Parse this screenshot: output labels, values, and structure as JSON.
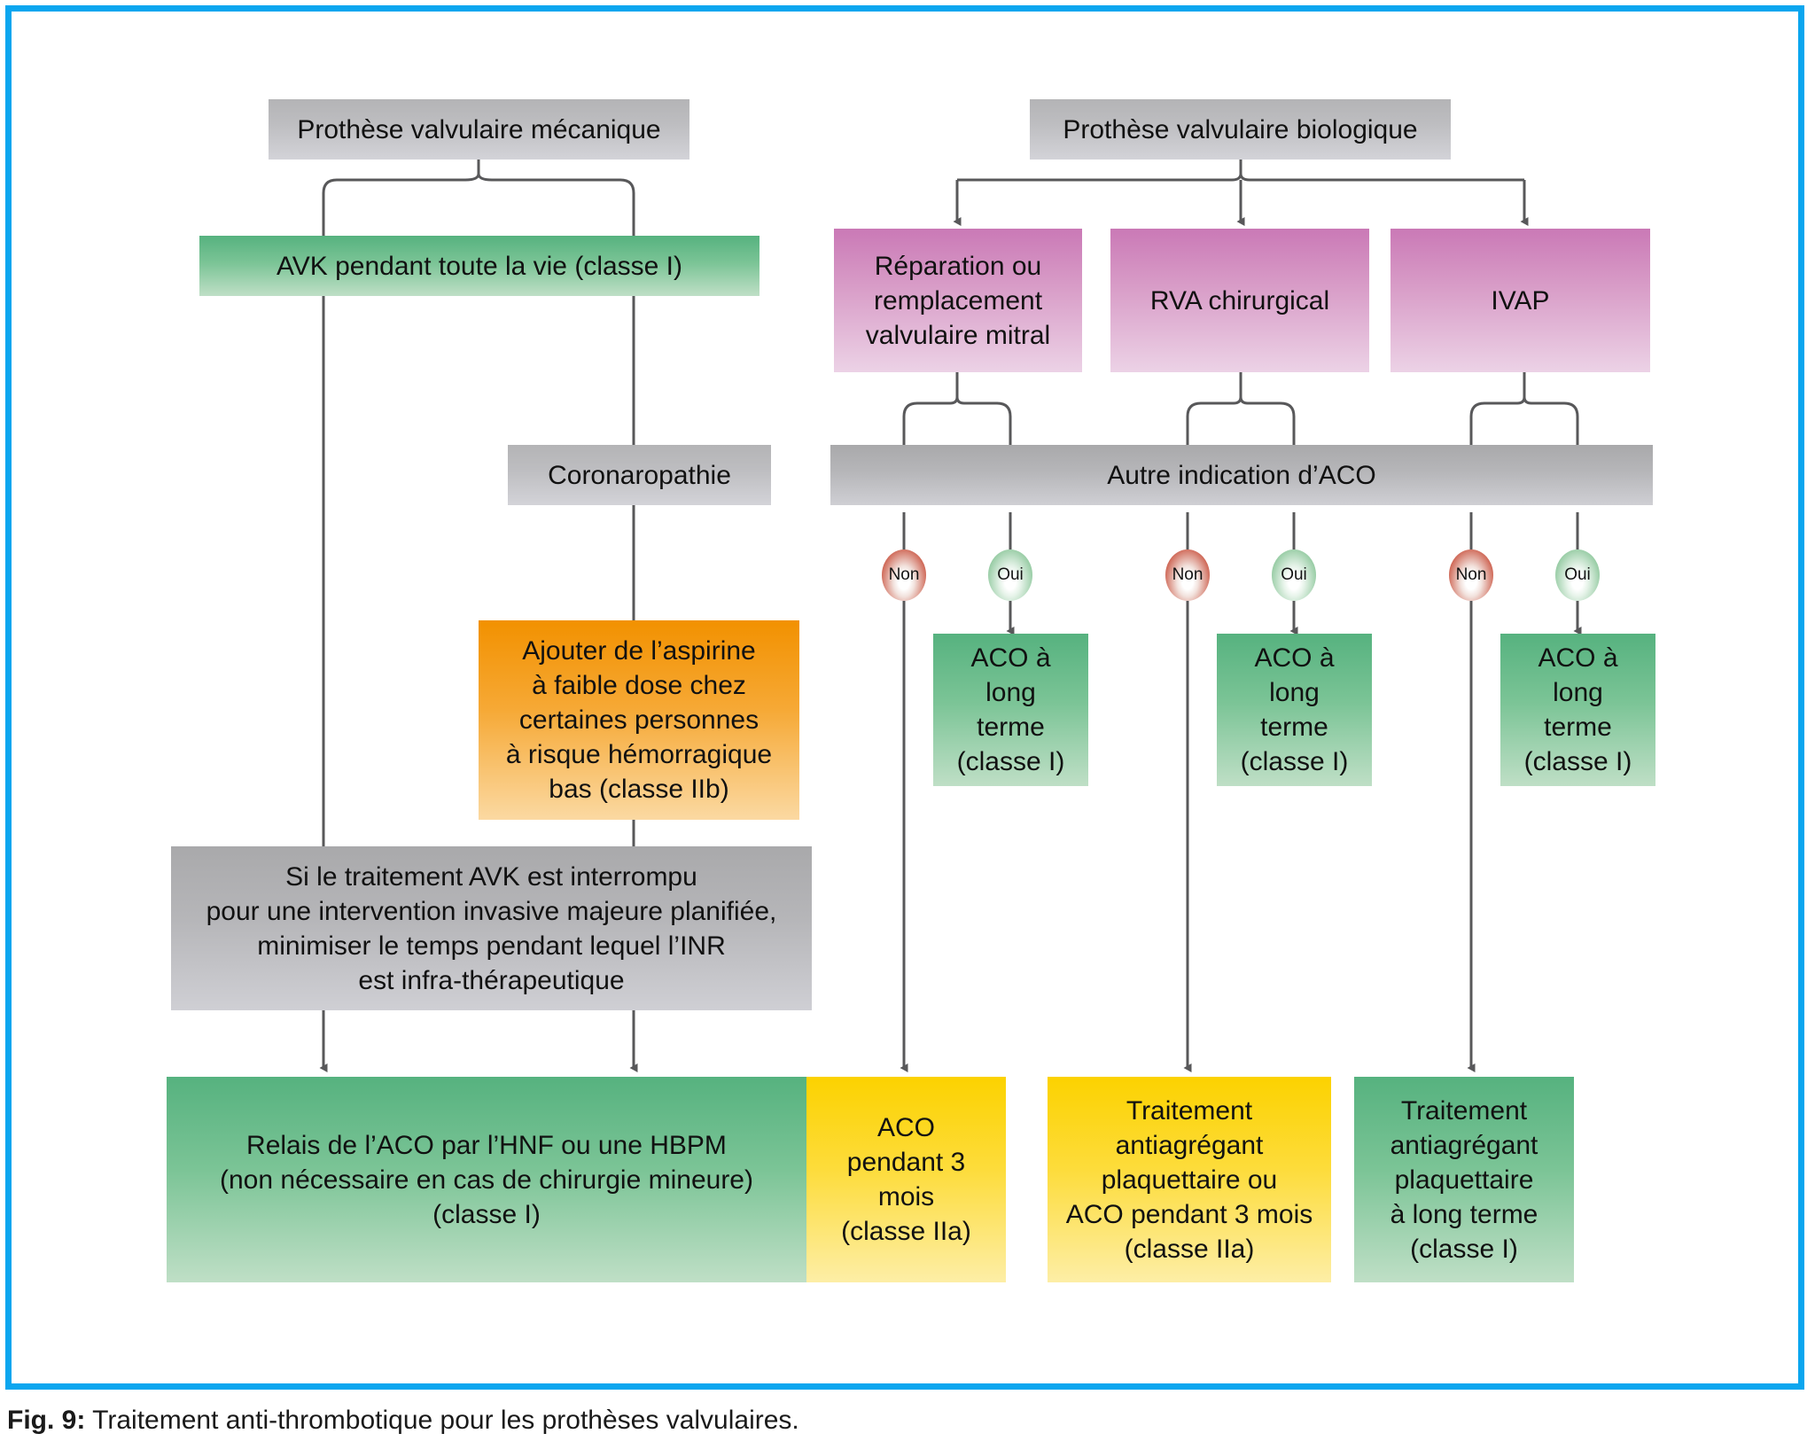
{
  "figure": {
    "label": "Fig. 9:",
    "caption": "Traitement anti-thrombotique pour les prothèses valvulaires."
  },
  "colors": {
    "border": "#0ba6ef",
    "grey": "#bdbdc0",
    "green": "#7bc496",
    "purple": "#d89cc7",
    "orange": "#f6a936",
    "yellow": "#fddc3b",
    "non_badge": "#c4412c",
    "oui_badge": "#7fc08f",
    "connector": "#58585a"
  },
  "nodes": {
    "mechanical_root": "Prothèse valvulaire mécanique",
    "biological_root": "Prothèse valvulaire biologique",
    "avk_lifelong": "AVK pendant toute la vie (classe I)",
    "mitral_repair": "Réparation ou\nremplacement\nvalvulaire mitral",
    "rva_surgical": "RVA chirurgical",
    "ivap": "IVAP",
    "coronaropathie": "Coronaropathie",
    "autre_indication": "Autre indication d’ACO",
    "aspirin_box": "Ajouter de l’aspirine\nà faible dose chez\ncertaines personnes\nà risque hémorragique\nbas (classe IIb)",
    "aco_long_1": "ACO à long\nterme\n(classe I)",
    "aco_long_2": "ACO à long\nterme\n(classe I)",
    "aco_long_3": "ACO à long\nterme\n(classe I)",
    "inr_box": "Si le traitement AVK est interrompu\npour une intervention invasive majeure planifiée,\nminimiser le temps pendant lequel l’INR\nest infra-thérapeutique",
    "relais_box": "Relais de l’ACO par l’HNF ou une HBPM\n(non nécessaire en cas de chirurgie mineure)\n(classe I)",
    "aco_3mois": "ACO\npendant 3 mois\n(classe IIa)",
    "antiaggregant_or_aco": "Traitement\nantiagrégant\nplaquettaire ou\nACO pendant 3 mois\n(classe IIa)",
    "antiaggregant_long": "Traitement\nantiagrégant\nplaquettaire\nà long terme\n(classe I)"
  },
  "badges": {
    "non_1": "Non",
    "oui_1": "Oui",
    "non_2": "Non",
    "oui_2": "Oui",
    "non_3": "Non",
    "oui_3": "Oui"
  }
}
